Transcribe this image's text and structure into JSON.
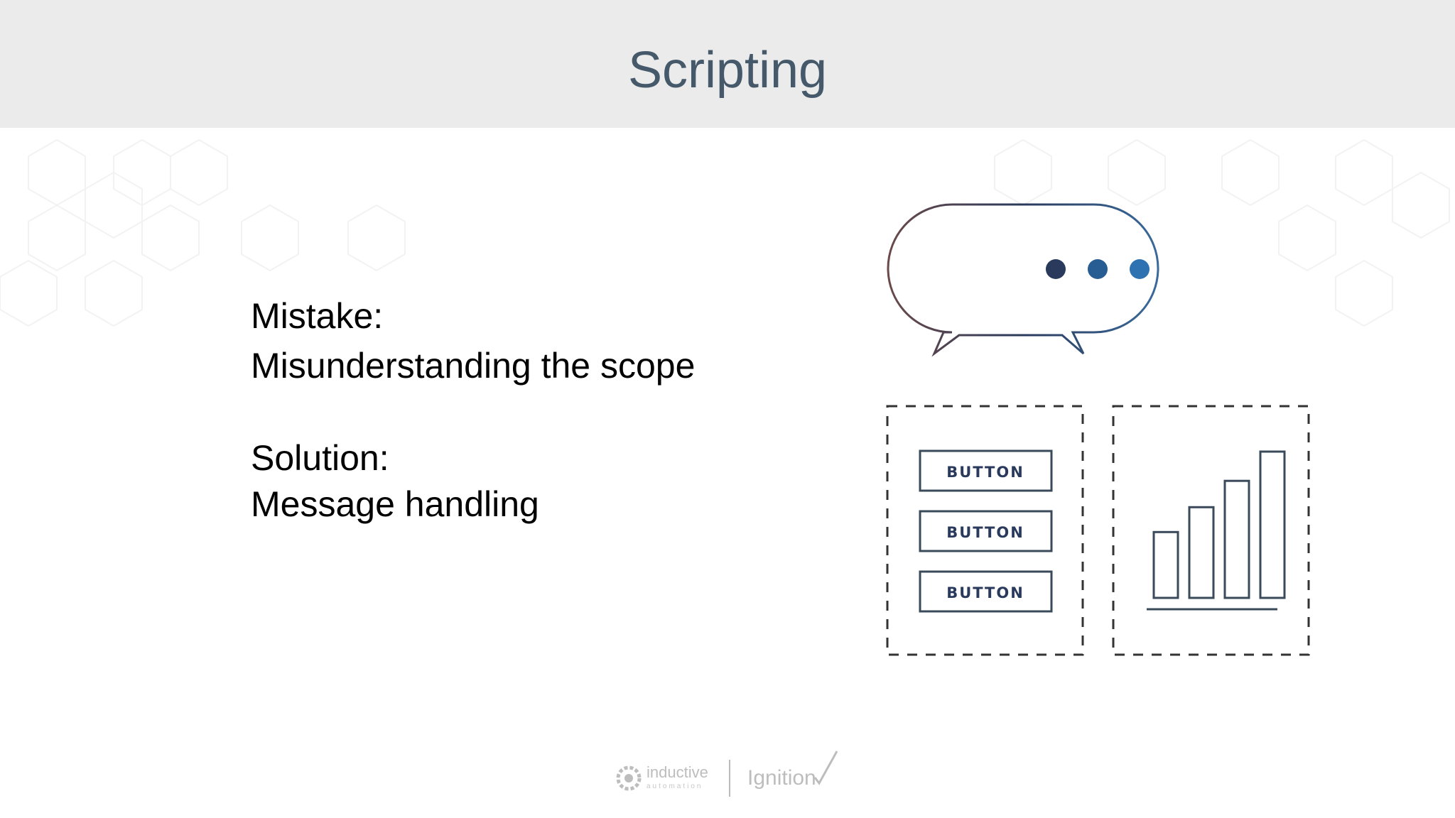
{
  "slide": {
    "title": "Scripting",
    "mistake_label": "Mistake:",
    "mistake_text": "Misunderstanding the scope",
    "solution_label": "Solution:",
    "solution_text": "Message handling"
  },
  "illustration": {
    "buttons": [
      "BUTTON",
      "BUTTON",
      "BUTTON"
    ],
    "bar_levels": [
      0.45,
      0.62,
      0.8,
      1.0
    ]
  },
  "footer": {
    "brand_left": "inductive",
    "brand_left_sub": "automation",
    "brand_right": "Ignition"
  },
  "colors": {
    "header_bg": "#ebebeb",
    "title": "#45596a",
    "accent_dark": "#2a3a5c",
    "accent_blue": "#2a6aa8"
  }
}
